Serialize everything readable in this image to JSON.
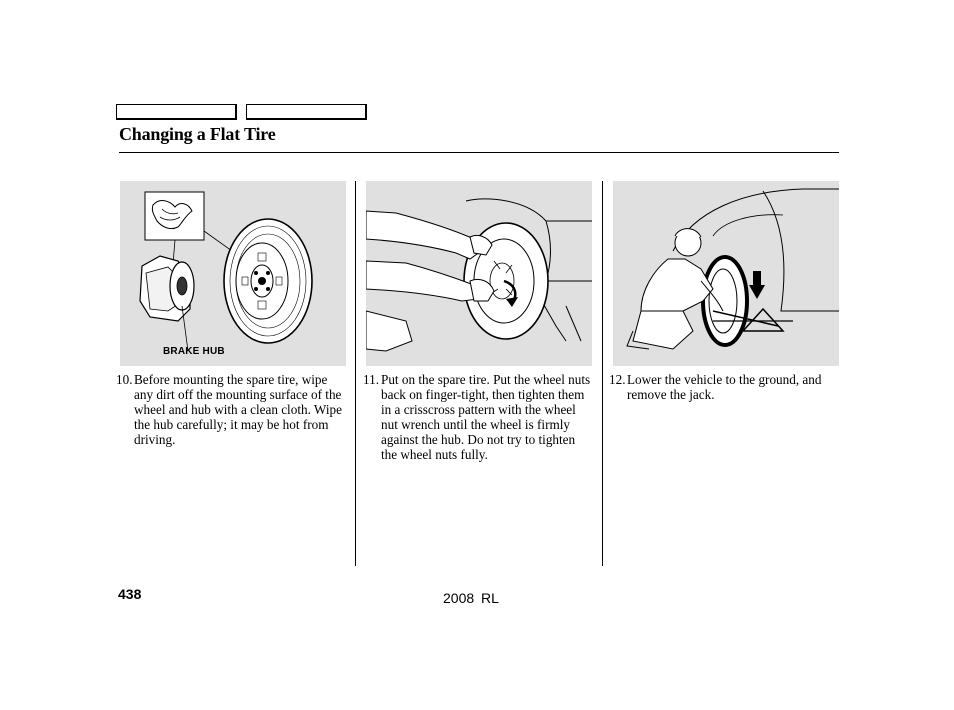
{
  "header": {
    "title": "Changing a Flat Tire"
  },
  "figures": {
    "brake_hub_label": "BRAKE HUB"
  },
  "steps": [
    {
      "number": "10.",
      "text": "Before mounting the spare tire, wipe any dirt off the mounting surface of the wheel and hub with a clean cloth. Wipe the hub carefully; it may be hot from driving."
    },
    {
      "number": "11.",
      "text": "Put on the spare tire. Put the wheel nuts back on finger-tight, then tighten them in a crisscross pattern with the wheel nut wrench until the wheel is firmly against the hub. Do not try to tighten the wheel nuts fully."
    },
    {
      "number": "12.",
      "text": "Lower the vehicle to the ground, and remove the jack."
    }
  ],
  "footer": {
    "page_number": "438",
    "model": "2008  RL"
  }
}
